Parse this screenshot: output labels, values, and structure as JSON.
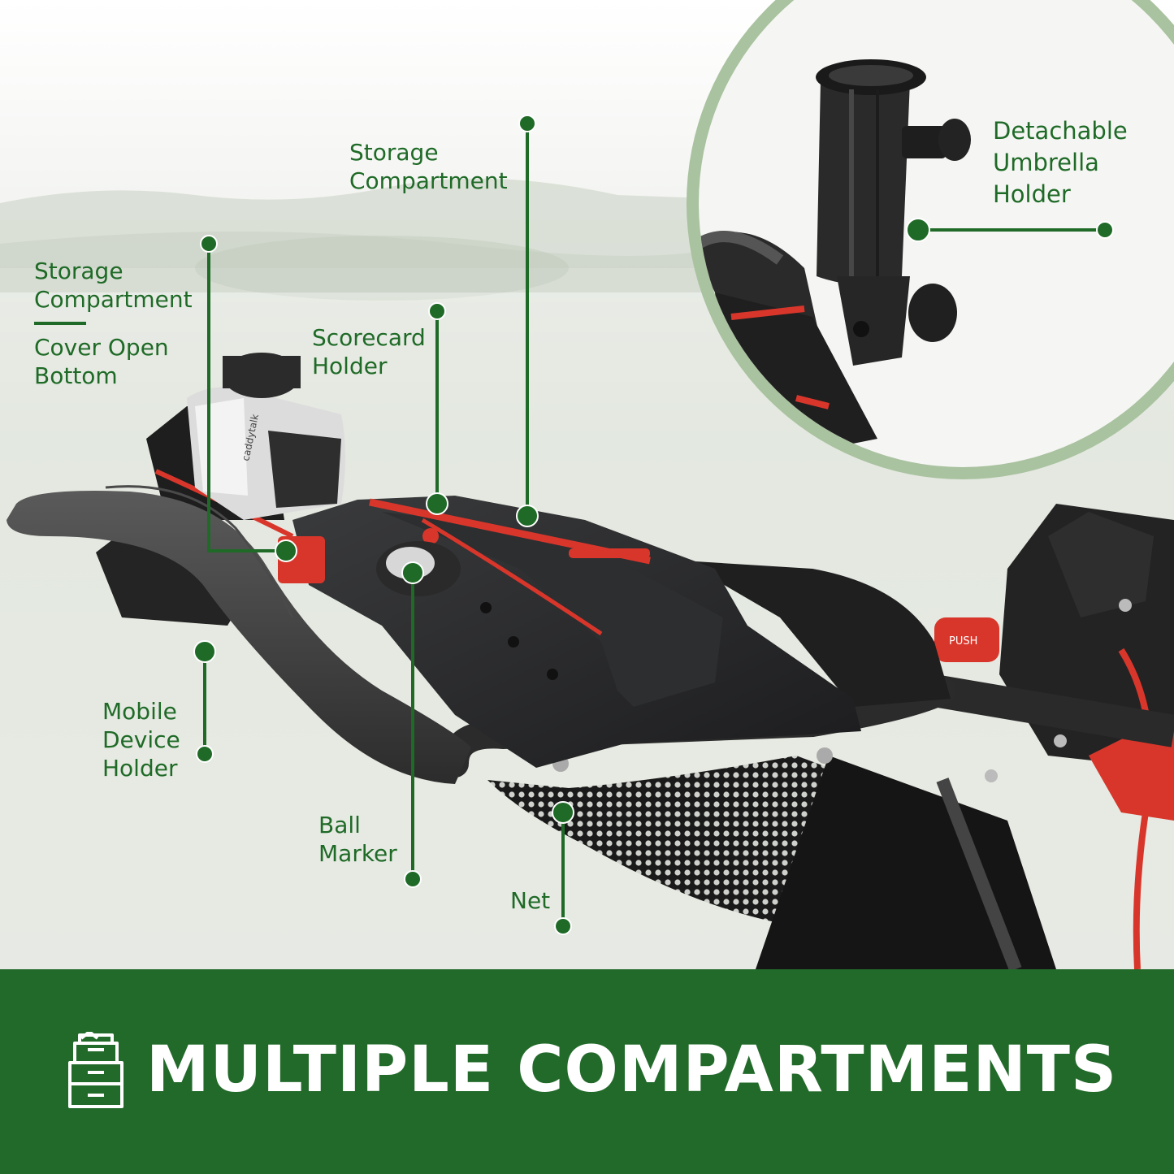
{
  "callouts": {
    "storage_compartment_top": [
      "Storage",
      "Compartment"
    ],
    "storage_compartment_cover": [
      "Storage",
      "Compartment"
    ],
    "cover_open_bottom": [
      "Cover Open",
      "Bottom"
    ],
    "scorecard_holder": [
      "Scorecard",
      "Holder"
    ],
    "mobile_device_holder": [
      "Mobile",
      "Device",
      "Holder"
    ],
    "ball_marker": [
      "Ball",
      "Marker"
    ],
    "net": [
      "Net"
    ],
    "umbrella_holder": [
      "Detachable",
      "Umbrella",
      "Holder"
    ]
  },
  "banner": {
    "title": "MULTIPLE COMPARTMENTS",
    "icon": "drawer-cabinet-icon"
  },
  "product": {
    "device_text": "caddytalk",
    "push_button_text": "PUSH"
  },
  "colors": {
    "brand_green": "#226a2a",
    "callout_green": "#1f6a27",
    "inset_ring": "#a9c29f",
    "accent_red": "#d9362b"
  }
}
